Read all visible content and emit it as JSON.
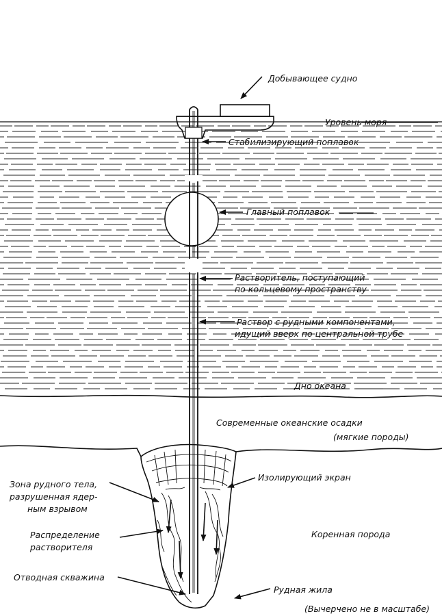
{
  "labels": {
    "vessel": "Добывающее судно",
    "sea_level": "Уровень моря",
    "stabilizing_float": "Стабилизирующий поплавок",
    "main_float": "Главный поплавок",
    "solvent_line1": "Растворитель, поступающий",
    "solvent_line2": "по кольцевому пространству",
    "solution_line1": "Раствор с рудными компонентами,",
    "solution_line2": "идущий вверх по центральной трубе",
    "ocean_floor": "Дно океана",
    "sediments_line1": "Современные океанские осадки",
    "sediments_line2": "(мягкие породы)",
    "ore_zone_line1": "Зона рудного тела,",
    "ore_zone_line2": "разрушенная ядер-",
    "ore_zone_line3": "ным взрывом",
    "isolating_screen": "Изолирующий экран",
    "solvent_dist_line1": "Распределение",
    "solvent_dist_line2": "растворителя",
    "bedrock": "Коренная порода",
    "outlet_well": "Отводная скважина",
    "ore_vein": "Рудная жила",
    "not_to_scale": "(Вычерчено не в масштабе)"
  }
}
